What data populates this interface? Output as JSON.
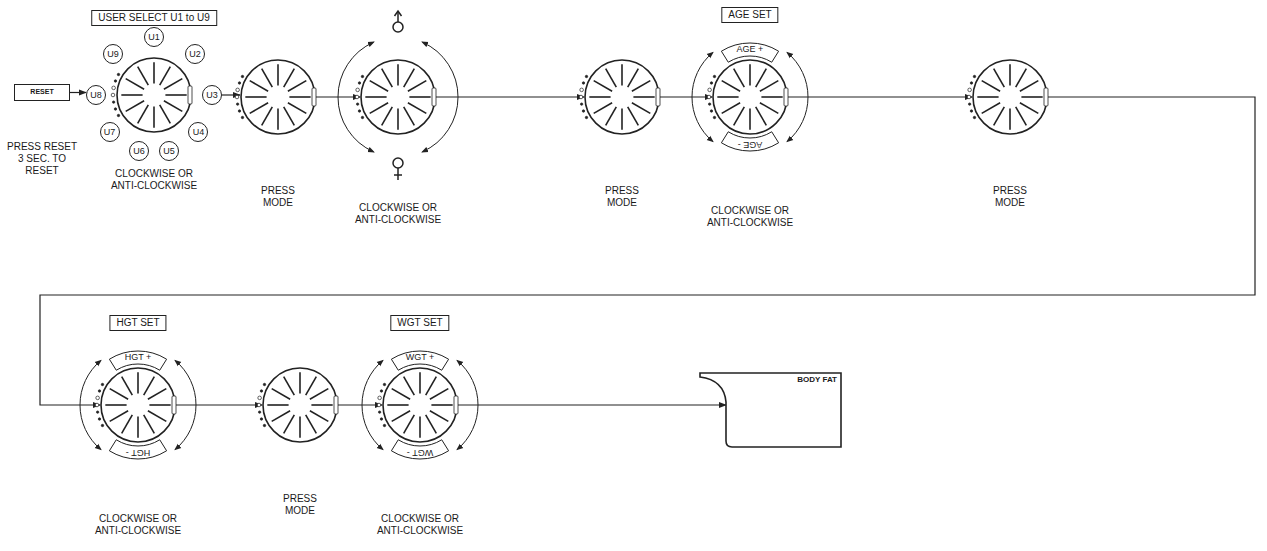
{
  "diagram": {
    "nodes": [
      {
        "text": [
          "RESET",
          "PRESS RESET 3 SEC. TO RESET"
        ]
      },
      {
        "text": [
          "USER SELECT U1 to U9",
          "CLOCKWISE OR ANTI-CLOCKWISE"
        ]
      },
      {
        "text": [
          "U1"
        ],
        "in": 1
      },
      {
        "text": [
          "U2"
        ],
        "in": 1
      },
      {
        "text": [
          "U3"
        ],
        "in": 1
      },
      {
        "text": [
          "U4"
        ],
        "in": 1
      },
      {
        "text": [
          "U5"
        ],
        "in": 1
      },
      {
        "text": [
          "U6"
        ],
        "in": 1
      },
      {
        "text": [
          "U7"
        ],
        "in": 1
      },
      {
        "text": [
          "U8"
        ],
        "in": 1
      },
      {
        "text": [
          "U9"
        ],
        "in": 1
      },
      {
        "text": [
          "PRESS MODE"
        ]
      },
      {
        "text": [
          "CLOCKWISE OR ANTI-CLOCKWISE"
        ]
      },
      {
        "text": [
          "PRESS MODE"
        ]
      },
      {
        "text": [
          "AGE SET",
          "AGE +",
          "AGE -",
          "CLOCKWISE OR ANTI-CLOCKWISE"
        ]
      },
      {
        "text": [
          "PRESS MODE"
        ]
      },
      {
        "text": [
          "HGT SET",
          "HGT +",
          "HGT -",
          "CLOCKWISE OR ANTI-CLOCKWISE"
        ]
      },
      {
        "text": [
          "PRESS MODE"
        ]
      },
      {
        "text": [
          "WGT SET",
          "WGT +",
          "WGT -",
          "CLOCKWISE OR ANTI-CLOCKWISE"
        ]
      },
      {
        "text": [
          "BODY FAT"
        ]
      }
    ],
    "edges": [
      {
        "from": 0,
        "to": 1,
        "arrow": "to"
      },
      {
        "from": 1,
        "to": 11,
        "arrow": "to"
      },
      {
        "from": 11,
        "to": 12,
        "arrow": "to"
      },
      {
        "from": 12,
        "to": 13,
        "arrow": "to"
      },
      {
        "from": 13,
        "to": 14,
        "arrow": "to"
      },
      {
        "from": 14,
        "to": 15,
        "arrow": "to"
      },
      {
        "from": 15,
        "to": 16,
        "arrow": "to"
      },
      {
        "from": 16,
        "to": 17,
        "arrow": "to"
      },
      {
        "from": 17,
        "to": 18,
        "arrow": "to"
      },
      {
        "from": 18,
        "to": 19,
        "arrow": "to"
      }
    ]
  }
}
